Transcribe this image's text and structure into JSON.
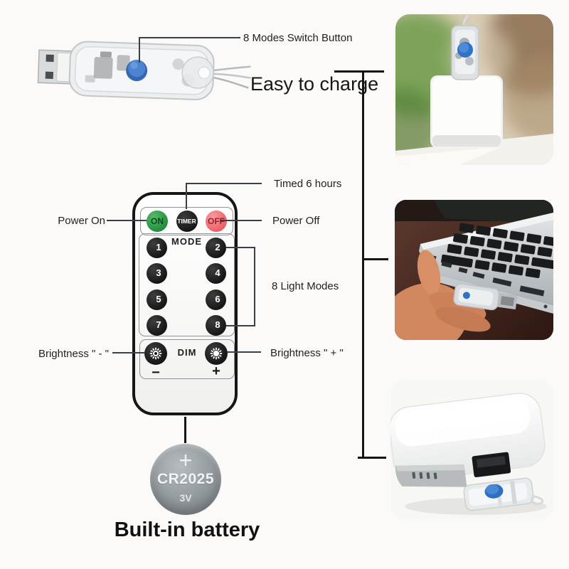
{
  "callouts": {
    "modes_switch": "8 Modes Switch Button",
    "easy_charge": "Easy to charge",
    "timed": "Timed 6 hours",
    "power_on": "Power On",
    "power_off": "Power Off",
    "light_modes": "8 Light Modes",
    "brightness_minus": "Brightness \" - \"",
    "brightness_plus": "Brightness \" + \"",
    "battery_caption": "Built-in battery"
  },
  "remote": {
    "on": "ON",
    "timer": "TIMER",
    "off": "OFF",
    "mode_label": "MODE",
    "modes": [
      "1",
      "2",
      "3",
      "4",
      "5",
      "6",
      "7",
      "8"
    ],
    "dim": "DIM",
    "minus": "−",
    "plus": "+"
  },
  "battery": {
    "plus": "+",
    "model": "CR2025",
    "voltage": "3V"
  },
  "photos": [
    {
      "name": "usb-controller-on-wall-charger"
    },
    {
      "name": "usb-controller-into-laptop"
    },
    {
      "name": "usb-controller-into-power-bank"
    }
  ],
  "colors": {
    "on_green": "#2da14c",
    "off_red": "#f2686c",
    "button_black": "#1d1d1d",
    "switch_blue": "#2f72c8",
    "callout_line": "#3b3f46",
    "bracket_black": "#141414"
  }
}
